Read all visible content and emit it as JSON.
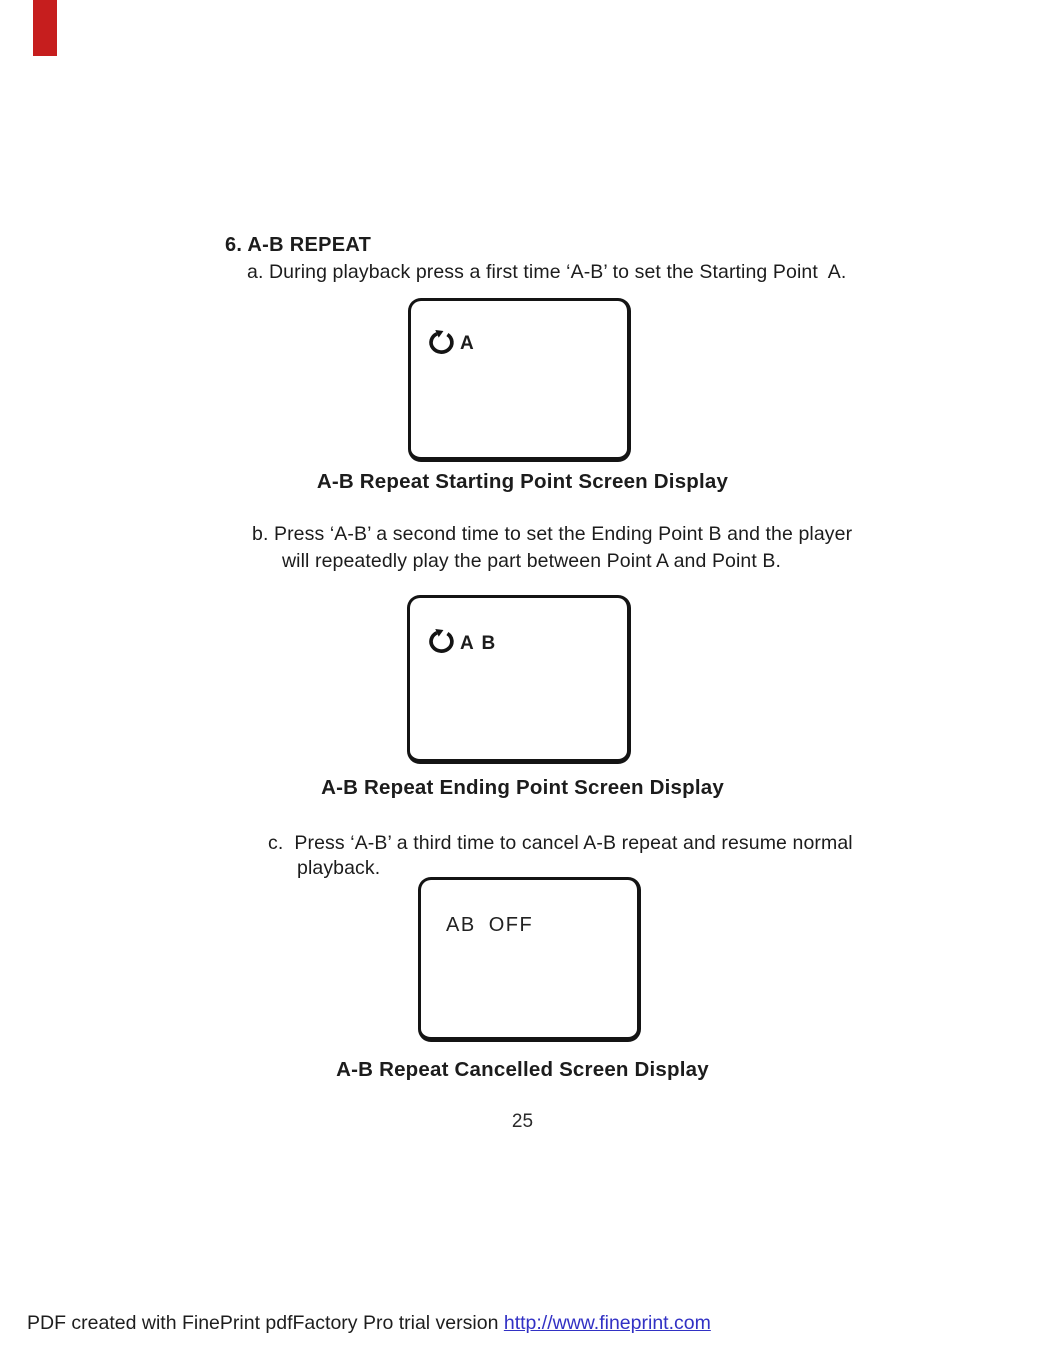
{
  "page": {
    "background": "#ffffff",
    "text_color": "#1c1c1c",
    "red_mark_color": "#c61e1e"
  },
  "heading": "6. A-B REPEAT",
  "steps": {
    "a": "a. During playback press a first time ‘A-B’ to set the Starting Point  A.",
    "b_line1": "b. Press ‘A-B’ a second time to set the Ending Point B and the player",
    "b_line2": "will repeatedly play the part between Point A and Point B.",
    "c_line1": "c.  Press ‘A-B’ a third time to cancel A-B repeat and resume normal",
    "c_line2": "playback."
  },
  "screens": {
    "starting": {
      "icon": "repeat-icon",
      "label": "A",
      "caption": "A-B Repeat Starting Point Screen Display"
    },
    "ending": {
      "icon": "repeat-icon",
      "label": "A B",
      "caption": "A-B Repeat Ending Point Screen Display"
    },
    "cancelled": {
      "label": "AB OFF",
      "caption": "A-B Repeat Cancelled Screen Display"
    }
  },
  "page_number": "25",
  "footer": {
    "text": "PDF created with FinePrint pdfFactory Pro trial version ",
    "link": "http://www.fineprint.com",
    "link_color": "#3231c4"
  }
}
